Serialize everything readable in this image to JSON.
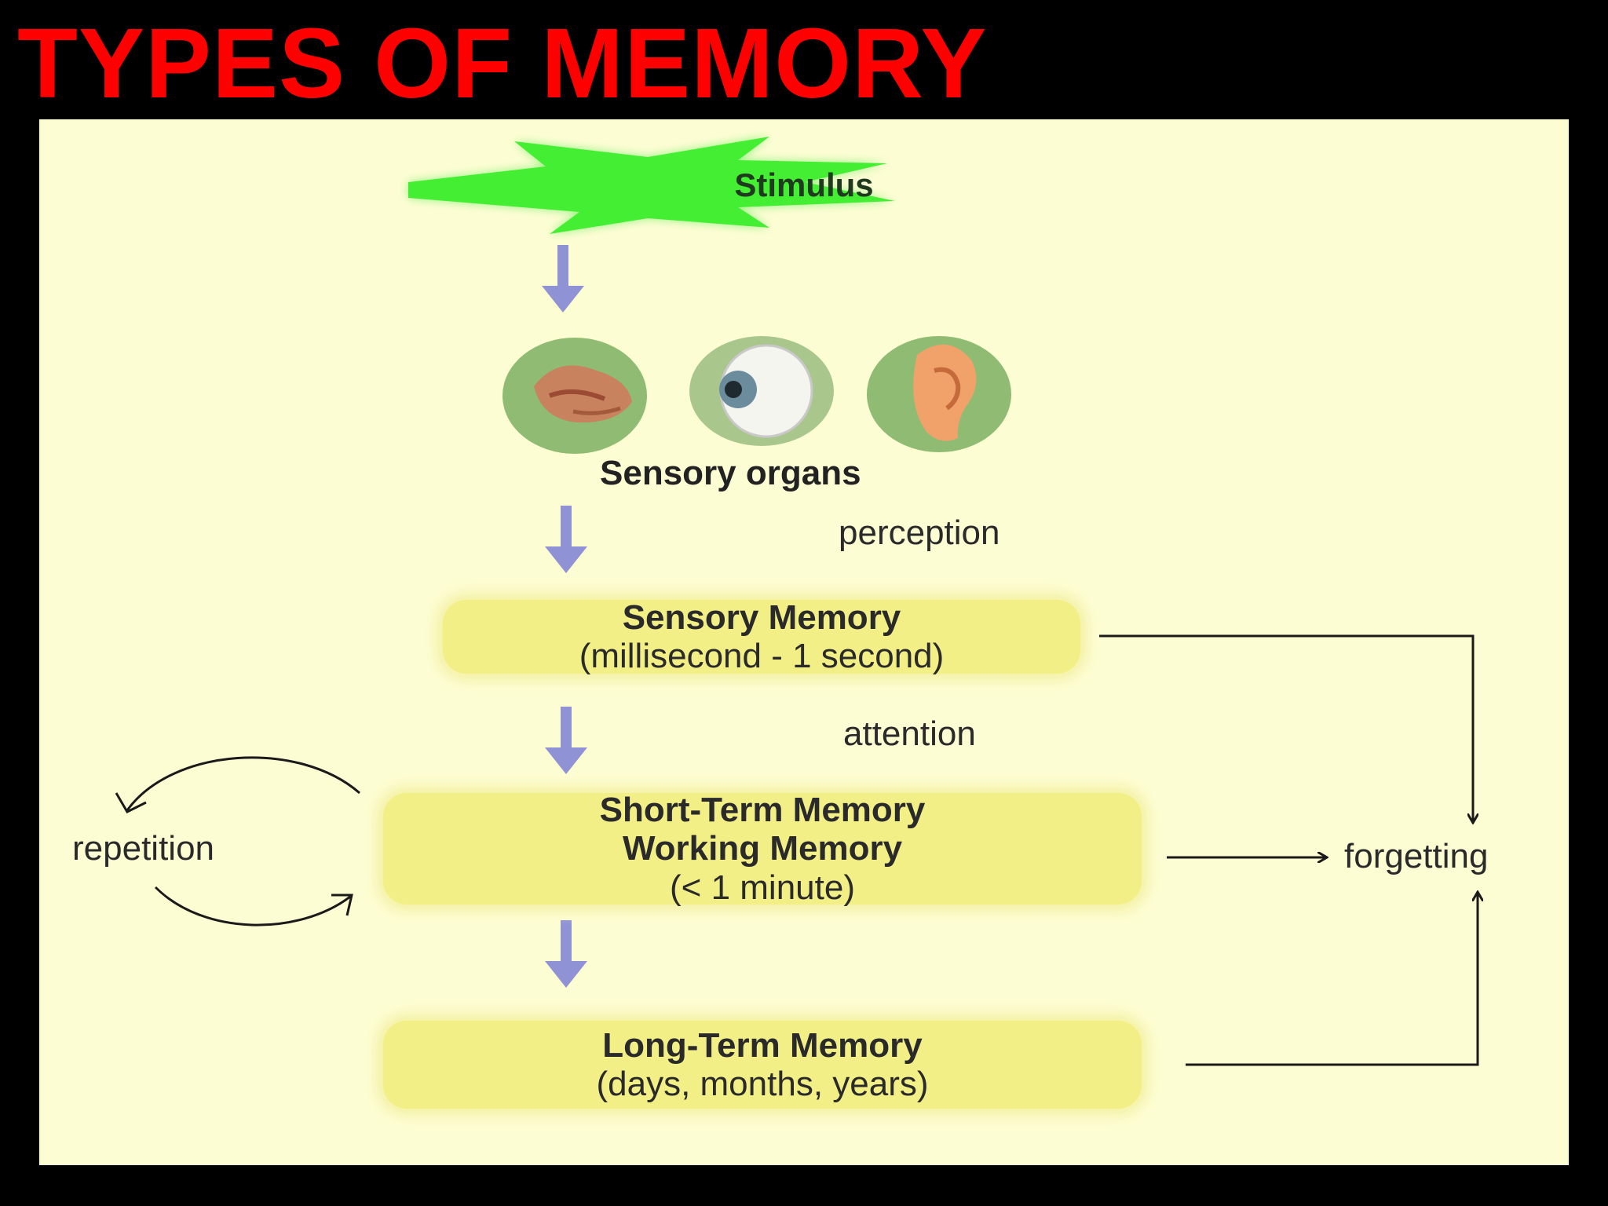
{
  "title": "TYPES OF MEMORY",
  "diagram": {
    "stimulus": "Stimulus",
    "sensory_organs": "Sensory organs",
    "perception": "perception",
    "sensory_memory": {
      "name": "Sensory Memory",
      "duration": "(millisecond - 1 second)"
    },
    "attention": "attention",
    "short_term_memory": {
      "name": "Short-Term Memory",
      "alt_name": "Working Memory",
      "duration": "(< 1 minute)"
    },
    "long_term_memory": {
      "name": "Long-Term Memory",
      "duration": "(days, months, years)"
    },
    "repetition": "repetition",
    "forgetting": "forgetting",
    "organs": [
      "tongue-icon",
      "eye-icon",
      "ear-icon"
    ],
    "colors": {
      "title": "#ff0000",
      "background": "#000000",
      "panel": "#fdfdd4",
      "box": "#f2ef86",
      "starburst": "#44ee33",
      "arrow": "#8f93d6"
    }
  }
}
